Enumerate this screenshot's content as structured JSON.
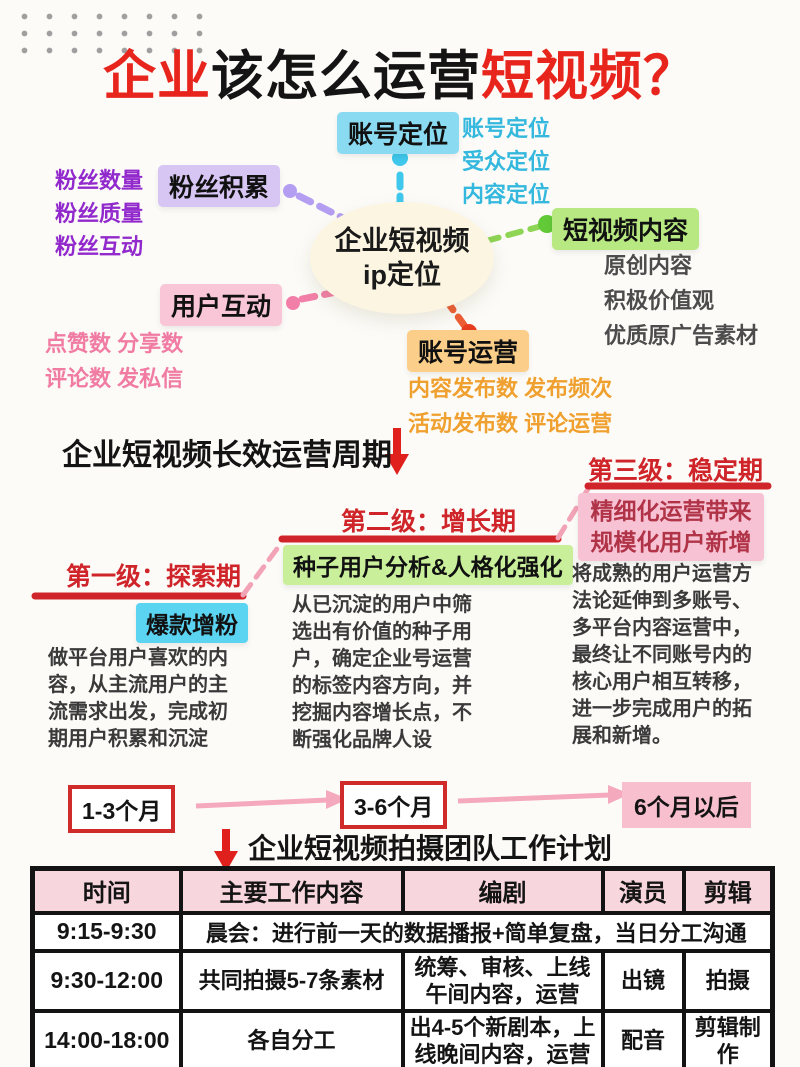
{
  "title": {
    "part1": "企业",
    "part2": "该怎么运营",
    "part3": "短视频",
    "part4": "？"
  },
  "colors": {
    "title_red": "#e8251d",
    "stage_red": "#cf2429",
    "connector_pink": "#f2a3b6",
    "table_header_bg": "#f8d6de"
  },
  "mindmap": {
    "center": {
      "line1": "企业短视频",
      "line2": "ip定位"
    },
    "nodes": [
      {
        "id": "account-positioning",
        "label": "账号定位",
        "box_color": "#8adbf2",
        "item_color": "#35b8dd",
        "items": [
          "账号定位",
          "受众定位",
          "内容定位"
        ]
      },
      {
        "id": "fan-accumulation",
        "label": "粉丝积累",
        "box_color": "#d7c5f4",
        "item_color": "#9229cc",
        "items": [
          "粉丝数量",
          "粉丝质量",
          "粉丝互动"
        ]
      },
      {
        "id": "video-content",
        "label": "短视频内容",
        "box_color": "#b8e881",
        "item_color": "#4c4c4c",
        "items": [
          "原创内容",
          "积极价值观",
          "优质原广告素材"
        ]
      },
      {
        "id": "user-interaction",
        "label": "用户互动",
        "box_color": "#f9c6d7",
        "item_color": "#f07ba3",
        "items": [
          "点赞数 分享数",
          "评论数 发私信"
        ]
      },
      {
        "id": "account-operation",
        "label": "账号运营",
        "box_color": "#fbcf8a",
        "item_color": "#efa02f",
        "items": [
          "内容发布数 发布频次",
          "活动发布数 评论运营"
        ]
      }
    ]
  },
  "cycle": {
    "heading": "企业短视频长效运营周期",
    "stages": [
      {
        "title": "第一级：探索期",
        "tag": "爆款增粉",
        "tag_color": "#5bd4f2",
        "body": "做平台用户喜欢的内容，从主流用户的主流需求出发，完成初期用户积累和沉淀",
        "duration": "1-3个月"
      },
      {
        "title": "第二级：增长期",
        "tag": "种子用户分析&人格化强化",
        "tag_color": "#c9ef9b",
        "body": "从已沉淀的用户中筛选出有价值的种子用户，确定企业号运营的标签内容方向，并挖掘内容增长点，不断强化品牌人设",
        "duration": "3-6个月"
      },
      {
        "title": "第三级：稳定期",
        "tag": "精细化运营带来规模化用户新增",
        "tag_color": "#f7c3d4",
        "body": "将成熟的用户运营方法论延伸到多账号、多平台内容运营中，最终让不同账号内的核心用户相互转移，进一步完成用户的拓展和新增。",
        "duration": "6个月以后"
      }
    ]
  },
  "schedule": {
    "heading": "企业短视频拍摄团队工作计划",
    "headers": [
      "时间",
      "主要工作内容",
      "编剧",
      "演员",
      "剪辑"
    ],
    "rows": [
      {
        "time": "9:15-9:30",
        "merged": "晨会：进行前一天的数据播报+简单复盘，当日分工沟通"
      },
      {
        "time": "9:30-12:00",
        "work": "共同拍摄5-7条素材",
        "script": "统筹、审核、上线午间内容，运营",
        "actor": "出镜",
        "edit": "拍摄"
      },
      {
        "time": "14:00-18:00",
        "work": "各自分工",
        "script": "出4-5个新剧本，上线晚间内容，运营",
        "actor": "配音",
        "edit": "剪辑制作"
      }
    ]
  }
}
